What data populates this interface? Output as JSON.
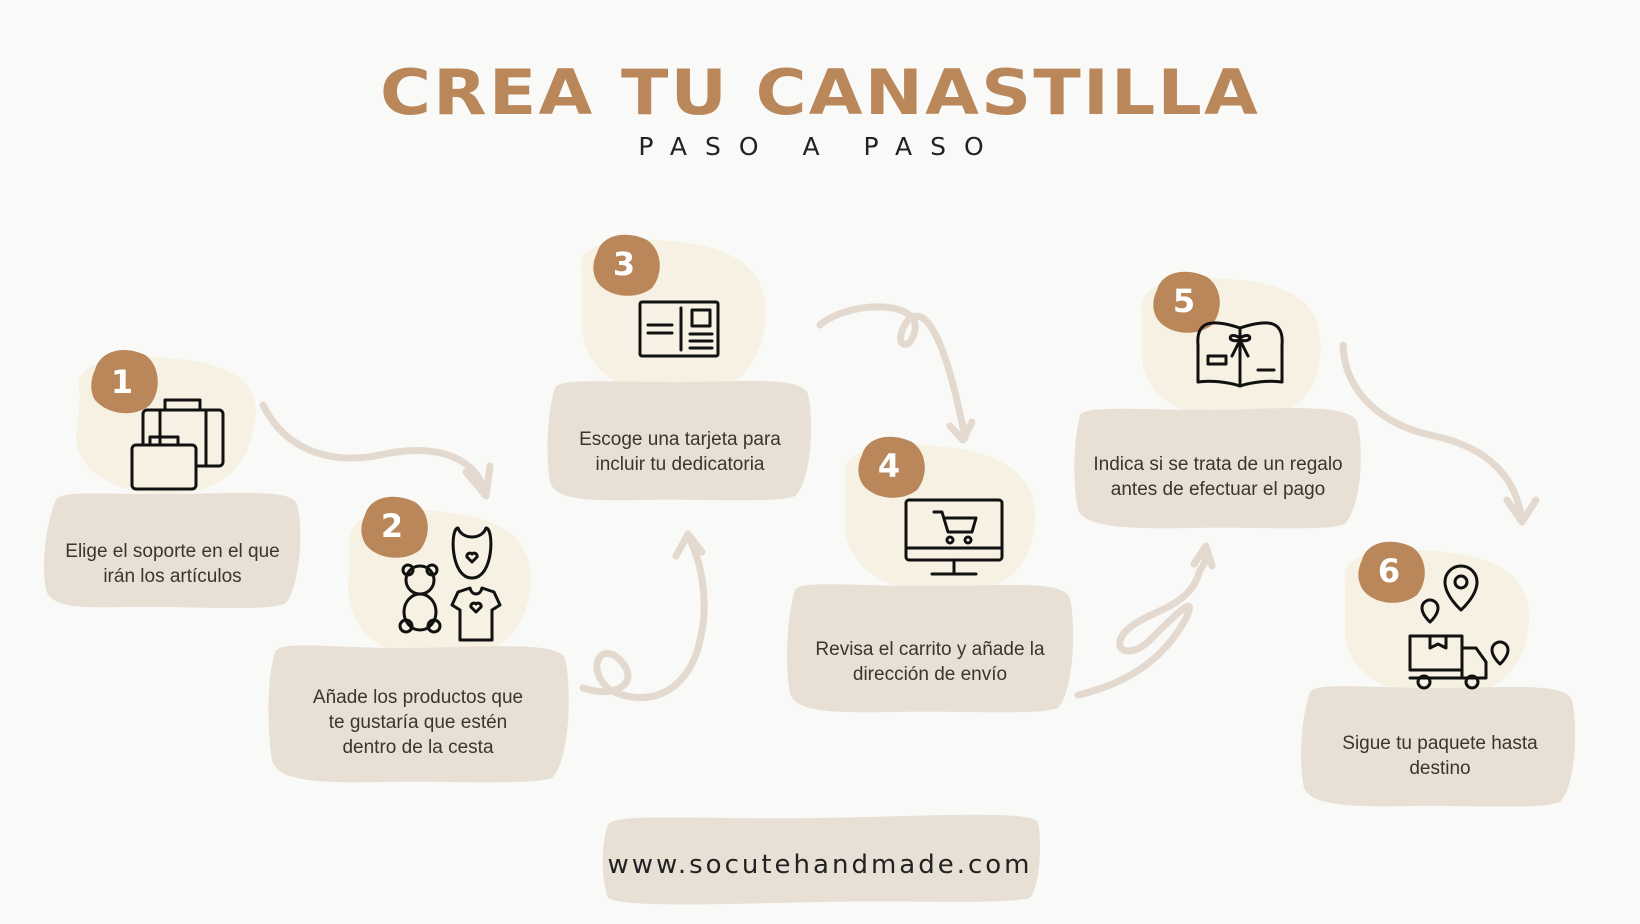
{
  "header": {
    "title": "CREA TU CANASTILLA",
    "subtitle": "PASO A PASO"
  },
  "steps": [
    {
      "number": "1",
      "text_line1": "Elige el soporte en el que",
      "text_line2": "irán los artículos",
      "text_line3": "",
      "icon": "suitcase-icon"
    },
    {
      "number": "2",
      "text_line1": "Añade los productos que",
      "text_line2": "te gustaría que estén",
      "text_line3": "dentro de la cesta",
      "icon": "baby-products-icon"
    },
    {
      "number": "3",
      "text_line1": "Escoge una tarjeta para",
      "text_line2": "incluir tu dedicatoria",
      "text_line3": "",
      "icon": "postcard-icon"
    },
    {
      "number": "4",
      "text_line1": "Revisa el carrito y añade la",
      "text_line2": "dirección de envío",
      "text_line3": "",
      "icon": "computer-cart-icon"
    },
    {
      "number": "5",
      "text_line1": "Indica si se trata de un regalo",
      "text_line2": "antes de efectuar el pago",
      "text_line3": "",
      "icon": "gift-wrap-icon"
    },
    {
      "number": "6",
      "text_line1": "Sigue tu paquete hasta",
      "text_line2": "destino",
      "text_line3": "",
      "icon": "delivery-truck-icon"
    }
  ],
  "footer": {
    "url": "www.socutehandmade.com"
  },
  "colors": {
    "accent": "#b9875a",
    "card": "#e8dfd5",
    "blob": "#f6f1e2",
    "arrow": "#e3d9cf",
    "background": "#f9f9f8"
  }
}
